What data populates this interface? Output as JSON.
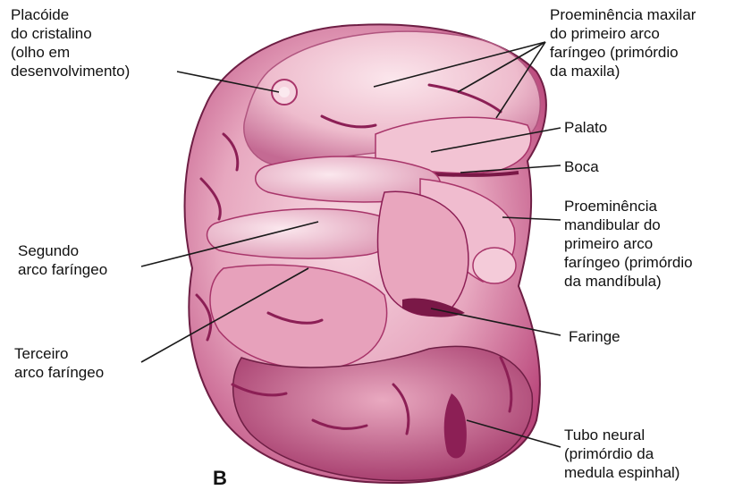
{
  "figure_letter": "B",
  "labels": {
    "placoide": [
      "Placóide",
      "do cristalino",
      "(olho em",
      "desenvolvimento)"
    ],
    "segundo": [
      "Segundo",
      "arco faríngeo"
    ],
    "terceiro": [
      "Terceiro",
      "arco faríngeo"
    ],
    "maxilar": [
      "Proeminência maxilar",
      "do primeiro arco",
      "faríngeo (primórdio",
      "da maxila)"
    ],
    "palato": [
      "Palato"
    ],
    "boca": [
      "Boca"
    ],
    "mandibular": [
      "Proeminência",
      "mandibular do",
      "primeiro arco",
      "faríngeo (primórdio",
      "da mandíbula)"
    ],
    "faringe": [
      "Faringe"
    ],
    "tubo": [
      "Tubo neural",
      "(primórdio da",
      "medula espinhal)"
    ]
  },
  "colors": {
    "tissue_light": "#f3c6d4",
    "tissue_mid": "#d98aa8",
    "tissue_dark": "#a8356a",
    "vessel": "#8c1f55",
    "outline": "#6e1e44",
    "leader": "#1a1a1a"
  }
}
